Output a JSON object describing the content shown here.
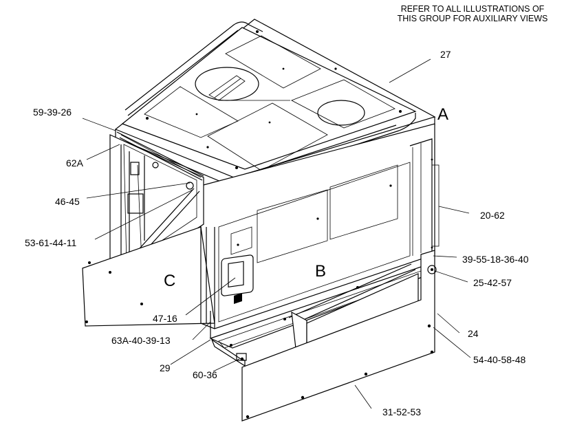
{
  "note": {
    "line1": "REFER TO ALL ILLUSTRATIONS OF",
    "line2": "THIS GROUP FOR AUXILIARY VIEWS"
  },
  "views": {
    "a": "A",
    "b": "B",
    "c": "C"
  },
  "callouts": {
    "c27": "27",
    "c59": "59-39-26",
    "c62a": "62A",
    "c46": "46-45",
    "c53": "53-61-44-11",
    "c20": "20-62",
    "c39": "39-55-18-36-40",
    "c25": "25-42-57",
    "c47": "47-16",
    "c63a": "63A-40-39-13",
    "c24": "24",
    "c54": "54-40-58-48",
    "c29": "29",
    "c60": "60-36",
    "c31": "31-52-53"
  }
}
